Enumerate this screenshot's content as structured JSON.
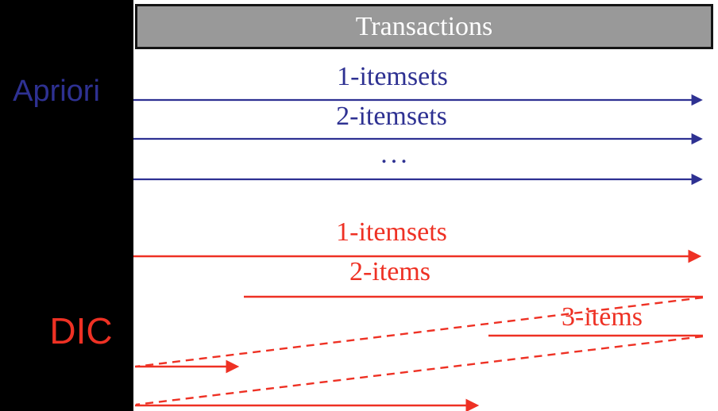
{
  "title": "Apriori vs DIC itemset counting passes over transactions",
  "colors": {
    "blue": "#2e3192",
    "red": "#ee3124",
    "bar_fill": "#999999",
    "bar_border": "#141414",
    "bar_text": "#ffffff",
    "sidebar_bg": "#000000",
    "panel_bg": "#ffffff"
  },
  "sidebar": {
    "apriori_label": "Apriori",
    "dic_label": "DIC"
  },
  "header": {
    "title": "Transactions"
  },
  "apriori": {
    "rows": [
      {
        "label": "1-itemsets"
      },
      {
        "label": "2-itemsets"
      },
      {
        "label": "..."
      }
    ]
  },
  "dic": {
    "rows": [
      {
        "label": "1-itemsets"
      },
      {
        "label": "2-items"
      },
      {
        "label": "3-items"
      }
    ]
  }
}
